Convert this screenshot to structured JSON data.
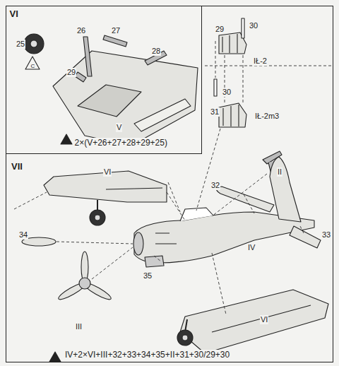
{
  "diagram": {
    "nodes": [
      {
        "text": [
          "VII",
          "IV+2×VI+III+32+33+34+35+II+31+30/29+30"
        ]
      },
      {
        "text": [
          "VI",
          "2×(V+26+27+28+29+25)"
        ],
        "in": 0
      }
    ],
    "labels": [
      "25",
      "26",
      "27",
      "28",
      "29",
      "V",
      "C",
      "29",
      "30",
      "IŁ-2",
      "30",
      "31",
      "IŁ-2m3",
      "II",
      "VI",
      "32",
      "33",
      "IV",
      "34",
      "35",
      "III",
      "VI"
    ]
  }
}
